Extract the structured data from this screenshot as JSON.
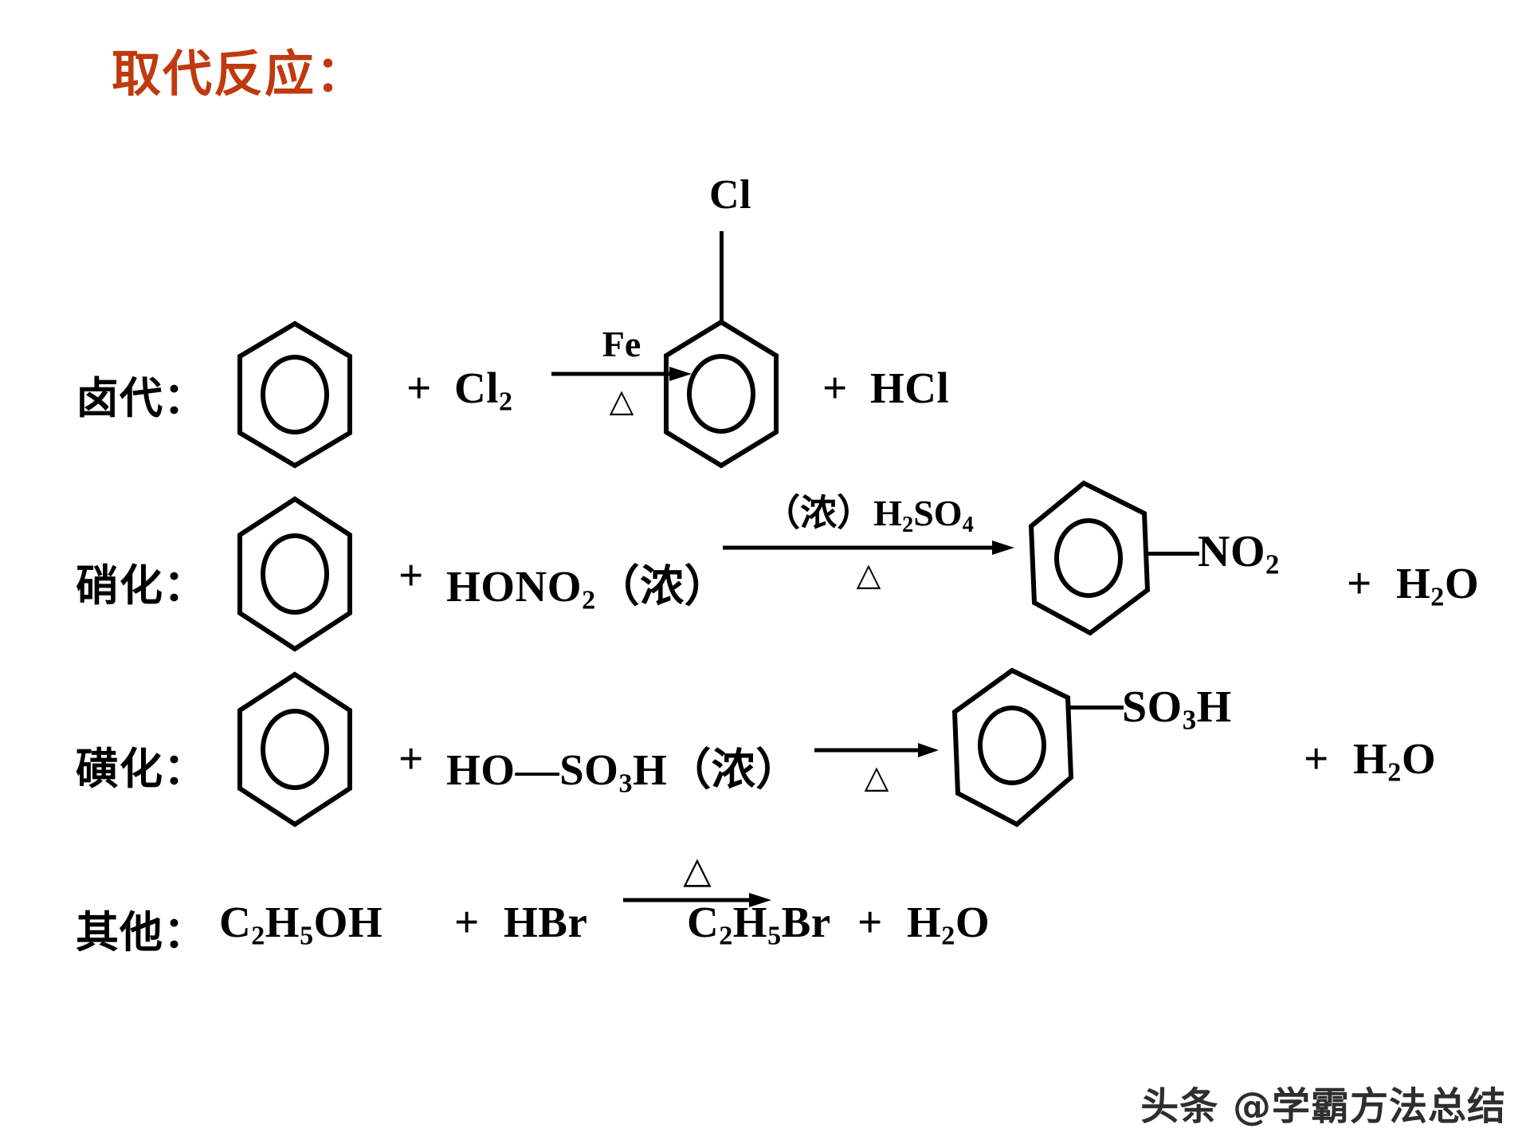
{
  "title": "取代反应：",
  "title_color": "#c0390f",
  "background_color": "#ffffff",
  "ink_color": "#000000",
  "icons": {
    "benzene_ring": "benzene-ring-icon",
    "heat_triangle": "heat-triangle-icon",
    "reaction_arrow": "reaction-arrow-icon"
  },
  "reactions": [
    {
      "id": "halogenation",
      "label": "卤代：",
      "reactant_ring": "benzene",
      "reactant_plus": "+",
      "reactant_formula": "Cl",
      "reactant_formula_sub": "2",
      "condition_above": "Fe",
      "condition_below": "△",
      "product_substituent": "Cl",
      "product_ring": "benzene",
      "product_plus": "+",
      "product_formula": "HCl"
    },
    {
      "id": "nitration",
      "label": "硝化：",
      "reactant_ring": "benzene",
      "reactant_plus": "+",
      "reactant_formula_pre": "HONO",
      "reactant_formula_sub": "2",
      "reactant_formula_post": "（浓）",
      "condition_above_pre": "（浓）H",
      "condition_above_sub": "2",
      "condition_above_post": "SO",
      "condition_above_sub2": "4",
      "condition_below": "△",
      "product_substituent_pre": "NO",
      "product_substituent_sub": "2",
      "product_ring": "benzene",
      "product_plus": "+",
      "product_formula_pre": "H",
      "product_formula_sub": "2",
      "product_formula_post": "O"
    },
    {
      "id": "sulfonation",
      "label": "磺化：",
      "reactant_ring": "benzene",
      "reactant_plus": "+",
      "reactant_formula_pre": "HO",
      "reactant_formula_dash": "—",
      "reactant_formula_mid": "SO",
      "reactant_formula_sub": "3",
      "reactant_formula_post": "H（浓）",
      "condition_above": "",
      "condition_below": "△",
      "product_substituent_pre": "SO",
      "product_substituent_sub": "3",
      "product_substituent_post": "H",
      "product_ring": "benzene",
      "product_plus": "+",
      "product_formula_pre": "H",
      "product_formula_sub": "2",
      "product_formula_post": "O"
    },
    {
      "id": "other",
      "label": "其他：",
      "reactant_pre": "C",
      "reactant_sub1": "2",
      "reactant_mid": "H",
      "reactant_sub2": "5",
      "reactant_post": "OH",
      "reactant_plus": "+",
      "reactant_second": "HBr",
      "condition_above": "△",
      "condition_below": "",
      "product_pre": "C",
      "product_sub1": "2",
      "product_mid": "H",
      "product_sub2": "5",
      "product_post": "Br",
      "product_plus": "+",
      "product_formula_pre": "H",
      "product_formula_sub": "2",
      "product_formula_post": "O"
    }
  ],
  "watermark": "头条 @学霸方法总结"
}
